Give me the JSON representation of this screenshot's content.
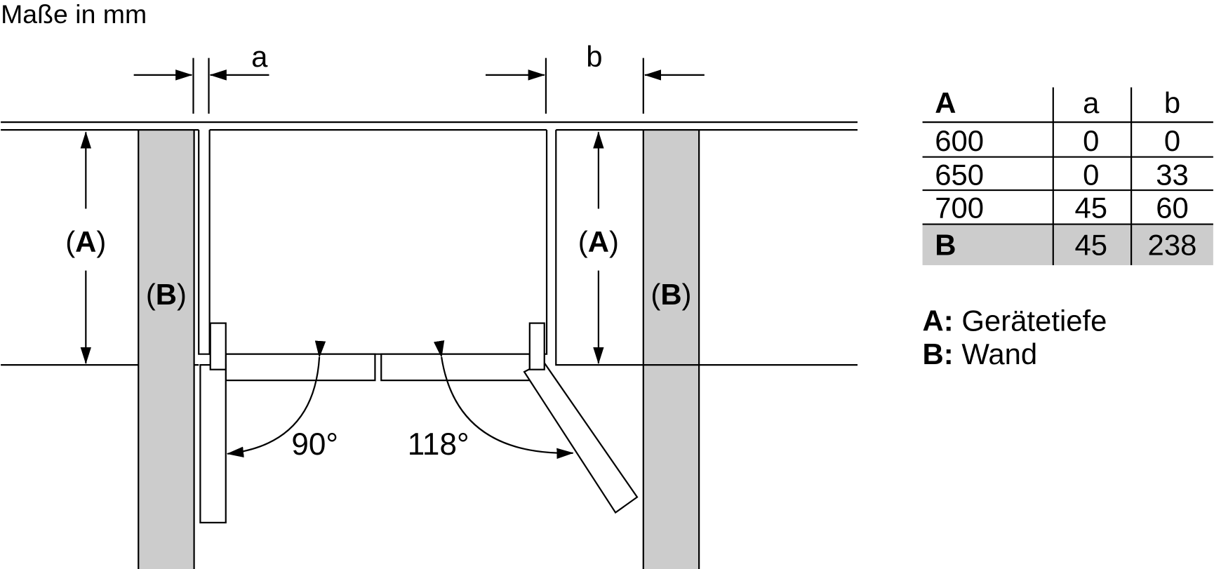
{
  "title": "Maße in mm",
  "dimensions": {
    "a": "a",
    "b": "b",
    "A_label_open": "(",
    "A_label": "A",
    "A_label_close": ")",
    "B_label": "B"
  },
  "angles": {
    "left": "90°",
    "right": "118°"
  },
  "table": {
    "headers": [
      "A",
      "a",
      "b"
    ],
    "rows": [
      [
        "600",
        "0",
        "0"
      ],
      [
        "650",
        "0",
        "33"
      ],
      [
        "700",
        "45",
        "60"
      ],
      [
        "B",
        "45",
        "238"
      ]
    ]
  },
  "legend": [
    {
      "key": "A:",
      "text": " Gerätetiefe"
    },
    {
      "key": "B:",
      "text": " Wand"
    }
  ],
  "colors": {
    "wall": "#cccccc",
    "line": "#000000"
  }
}
